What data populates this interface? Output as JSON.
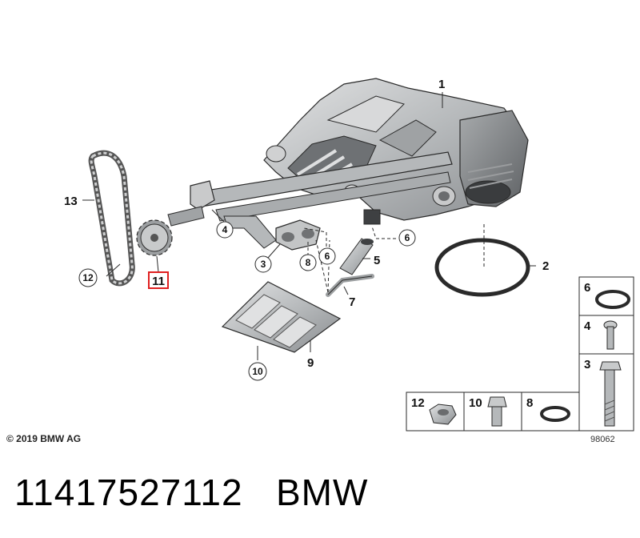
{
  "callouts": {
    "c1": "1",
    "c2": "2",
    "c3": "3",
    "c4": "4",
    "c5": "5",
    "c6a": "6",
    "c6b": "6",
    "c7": "7",
    "c8": "8",
    "c9": "9",
    "c10": "10",
    "c11": "11",
    "c12": "12",
    "c13": "13"
  },
  "parts_table": {
    "r6": "6",
    "r4": "4",
    "r3": "3",
    "r12": "12",
    "r10": "10",
    "r8": "8"
  },
  "copyright": "© 2019 BMW AG",
  "figure_id": "98062",
  "footer": {
    "part_number": "11417527112",
    "brand": "BMW"
  },
  "colors": {
    "highlight": "#e02020",
    "part_fill": "#c4c6c8",
    "part_dark": "#8e9194",
    "outline": "#2a2a2a"
  }
}
